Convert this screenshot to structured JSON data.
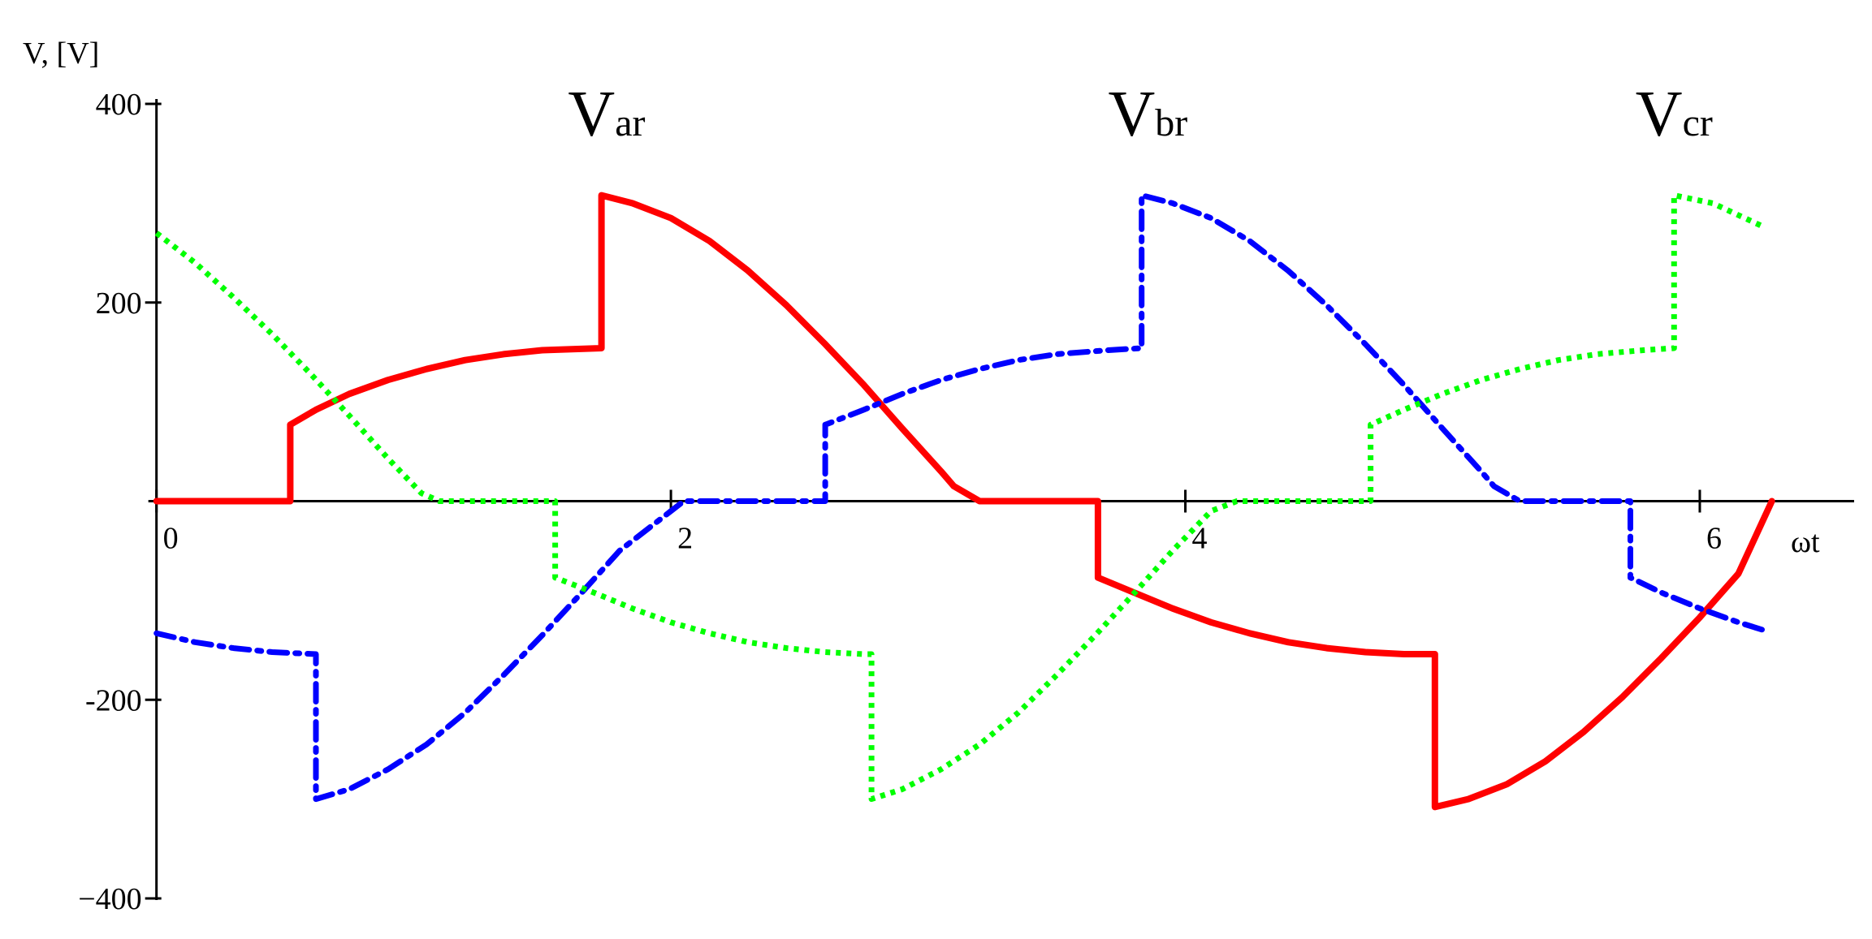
{
  "chart_data": {
    "type": "line",
    "title": "",
    "xlabel": "ωt",
    "ylabel": "V, [V]",
    "xlim": [
      -0.04,
      6.6
    ],
    "ylim": [
      -400,
      400
    ],
    "x_ticks": [
      0,
      2,
      4,
      6
    ],
    "x_tick_labels": [
      "0",
      "2",
      "4",
      "6"
    ],
    "y_ticks": [
      400,
      200,
      -200,
      -400
    ],
    "y_tick_labels": [
      "400",
      "200",
      "-200",
      "−400"
    ],
    "grid": false,
    "legend": "inline labels",
    "series": [
      {
        "name": "Var",
        "label_main": "V",
        "label_sub": "ar",
        "color": "#ff0000",
        "style": "solid",
        "label_at": [
          1.6,
          368
        ],
        "x": [
          0,
          0.52,
          0.52,
          0.62,
          0.75,
          0.9,
          1.05,
          1.2,
          1.35,
          1.5,
          1.73,
          1.73,
          1.85,
          2.0,
          2.15,
          2.3,
          2.45,
          2.6,
          2.75,
          2.9,
          3.05,
          3.1,
          3.2,
          3.66,
          3.66,
          3.8,
          3.95,
          4.1,
          4.25,
          4.4,
          4.55,
          4.7,
          4.85,
          4.97,
          4.97,
          5.1,
          5.25,
          5.4,
          5.55,
          5.7,
          5.85,
          6.0,
          6.15,
          6.28
        ],
        "y": [
          0,
          0,
          77,
          92,
          108,
          122,
          133,
          142,
          148,
          152,
          154,
          308,
          300,
          285,
          262,
          232,
          197,
          158,
          117,
          73,
          30,
          15,
          0,
          0,
          -77,
          -92,
          -108,
          -122,
          -133,
          -142,
          -148,
          -152,
          -154,
          -154,
          -308,
          -300,
          -285,
          -262,
          -232,
          -197,
          -158,
          -117,
          -73,
          0
        ]
      },
      {
        "name": "Vbr",
        "label_main": "V",
        "label_sub": "br",
        "color": "#0000ff",
        "style": "dashdot",
        "label_at": [
          3.7,
          368
        ],
        "x": [
          0,
          0.15,
          0.3,
          0.45,
          0.62,
          0.62,
          0.75,
          0.9,
          1.05,
          1.2,
          1.35,
          1.5,
          1.65,
          1.8,
          2.0,
          2.05,
          2.2,
          2.6,
          2.6,
          2.75,
          2.9,
          3.05,
          3.2,
          3.35,
          3.5,
          3.7,
          3.83,
          3.83,
          3.95,
          4.1,
          4.25,
          4.4,
          4.55,
          4.7,
          4.85,
          5.0,
          5.15,
          5.2,
          5.3,
          5.73,
          5.73,
          5.85,
          6.0,
          6.15,
          6.25
        ],
        "y": [
          -133,
          -142,
          -148,
          -152,
          -154,
          -300,
          -290,
          -270,
          -245,
          -213,
          -175,
          -135,
          -93,
          -50,
          -10,
          0,
          0,
          0,
          77,
          92,
          108,
          122,
          133,
          142,
          148,
          152,
          154,
          308,
          300,
          285,
          262,
          232,
          197,
          158,
          117,
          73,
          30,
          15,
          0,
          0,
          -77,
          -92,
          -108,
          -122,
          -130
        ]
      },
      {
        "name": "Vcr",
        "label_main": "V",
        "label_sub": "cr",
        "color": "#00ff00",
        "style": "dotted",
        "label_at": [
          5.75,
          368
        ],
        "x": [
          0,
          0.15,
          0.3,
          0.45,
          0.6,
          0.75,
          0.9,
          1.03,
          1.1,
          1.2,
          1.55,
          1.55,
          1.7,
          1.85,
          2.0,
          2.15,
          2.3,
          2.45,
          2.6,
          2.75,
          2.78,
          2.78,
          2.9,
          3.05,
          3.2,
          3.35,
          3.5,
          3.65,
          3.8,
          3.95,
          4.1,
          4.2,
          4.3,
          4.72,
          4.72,
          4.85,
          5.0,
          5.15,
          5.3,
          5.45,
          5.6,
          5.78,
          5.9,
          5.9,
          6.05,
          6.25
        ],
        "y": [
          270,
          240,
          205,
          168,
          128,
          86,
          43,
          8,
          0,
          0,
          0,
          -77,
          -92,
          -108,
          -122,
          -133,
          -142,
          -148,
          -152,
          -154,
          -154,
          -300,
          -290,
          -270,
          -245,
          -213,
          -175,
          -135,
          -93,
          -50,
          -10,
          0,
          0,
          0,
          77,
          92,
          108,
          122,
          133,
          142,
          148,
          152,
          154,
          308,
          300,
          276
        ]
      }
    ]
  }
}
